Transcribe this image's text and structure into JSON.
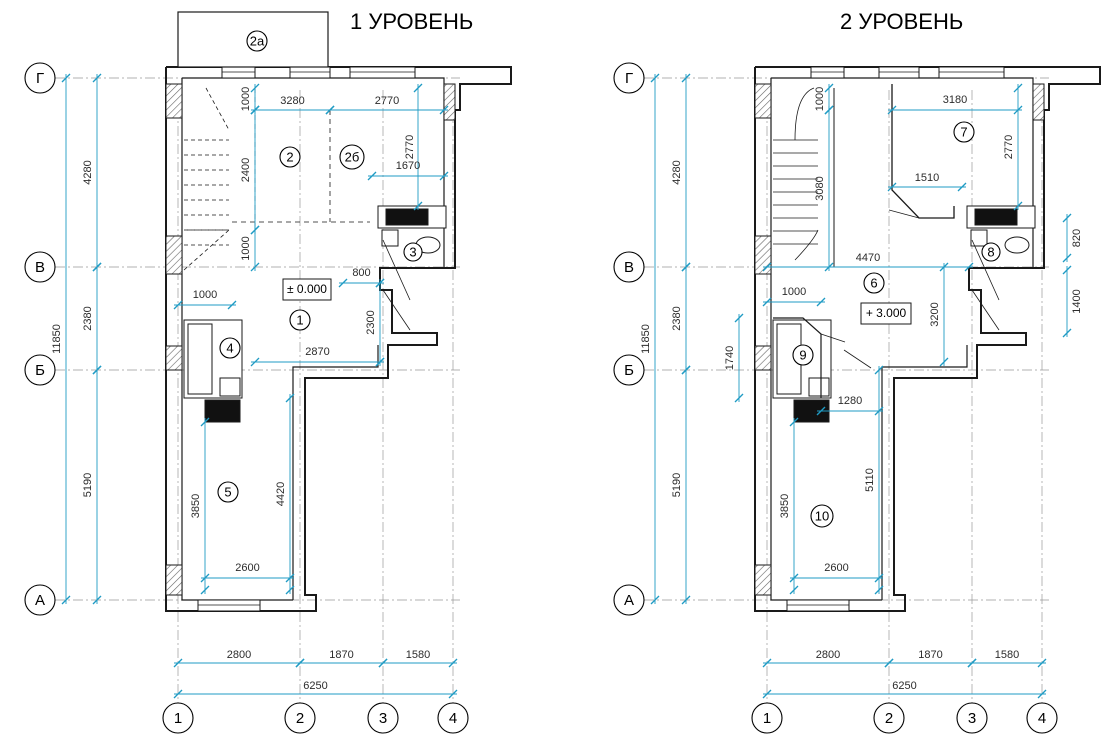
{
  "levels": [
    {
      "title": "1 УРОВЕНЬ",
      "axes_v": [
        "1",
        "2",
        "3",
        "4"
      ],
      "axes_h": [
        "Г",
        "В",
        "Б",
        "А"
      ],
      "rooms": [
        "2а",
        "2",
        "2б",
        "3",
        "1",
        "4",
        "5"
      ],
      "level_mark": "± 0.000",
      "dims": [
        "4280",
        "2380",
        "5190",
        "11850",
        "2800",
        "1870",
        "1580",
        "6250",
        "3280",
        "2770",
        "1000",
        "2400",
        "1000",
        "2770",
        "1670",
        "800",
        "1000",
        "2300",
        "2870",
        "3850",
        "4420",
        "2600"
      ]
    },
    {
      "title": "2 УРОВЕНЬ",
      "axes_v": [
        "1",
        "2",
        "3",
        "4"
      ],
      "axes_h": [
        "Г",
        "В",
        "Б",
        "А"
      ],
      "rooms": [
        "7",
        "6",
        "8",
        "9",
        "10"
      ],
      "level_mark": "+ 3.000",
      "dims": [
        "4280",
        "2380",
        "5190",
        "11850",
        "2800",
        "1870",
        "1580",
        "6250",
        "1000",
        "3080",
        "3180",
        "2770",
        "1510",
        "4470",
        "820",
        "1400",
        "1000",
        "3200",
        "1740",
        "1280",
        "3850",
        "5110",
        "2600"
      ]
    }
  ],
  "colors": {
    "dim": "#1f9bc4",
    "wall": "#1a1a1a",
    "axis": "#000000"
  }
}
